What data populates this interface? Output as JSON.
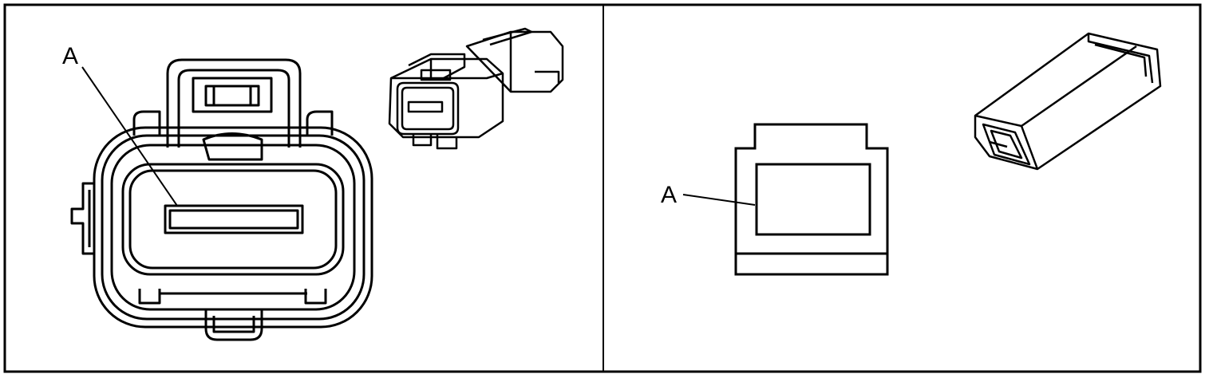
{
  "panels": [
    {
      "id": "left",
      "callout_label": "A"
    },
    {
      "id": "right",
      "callout_label": "A"
    }
  ],
  "colors": {
    "line": "#000000",
    "background": "#ffffff"
  }
}
